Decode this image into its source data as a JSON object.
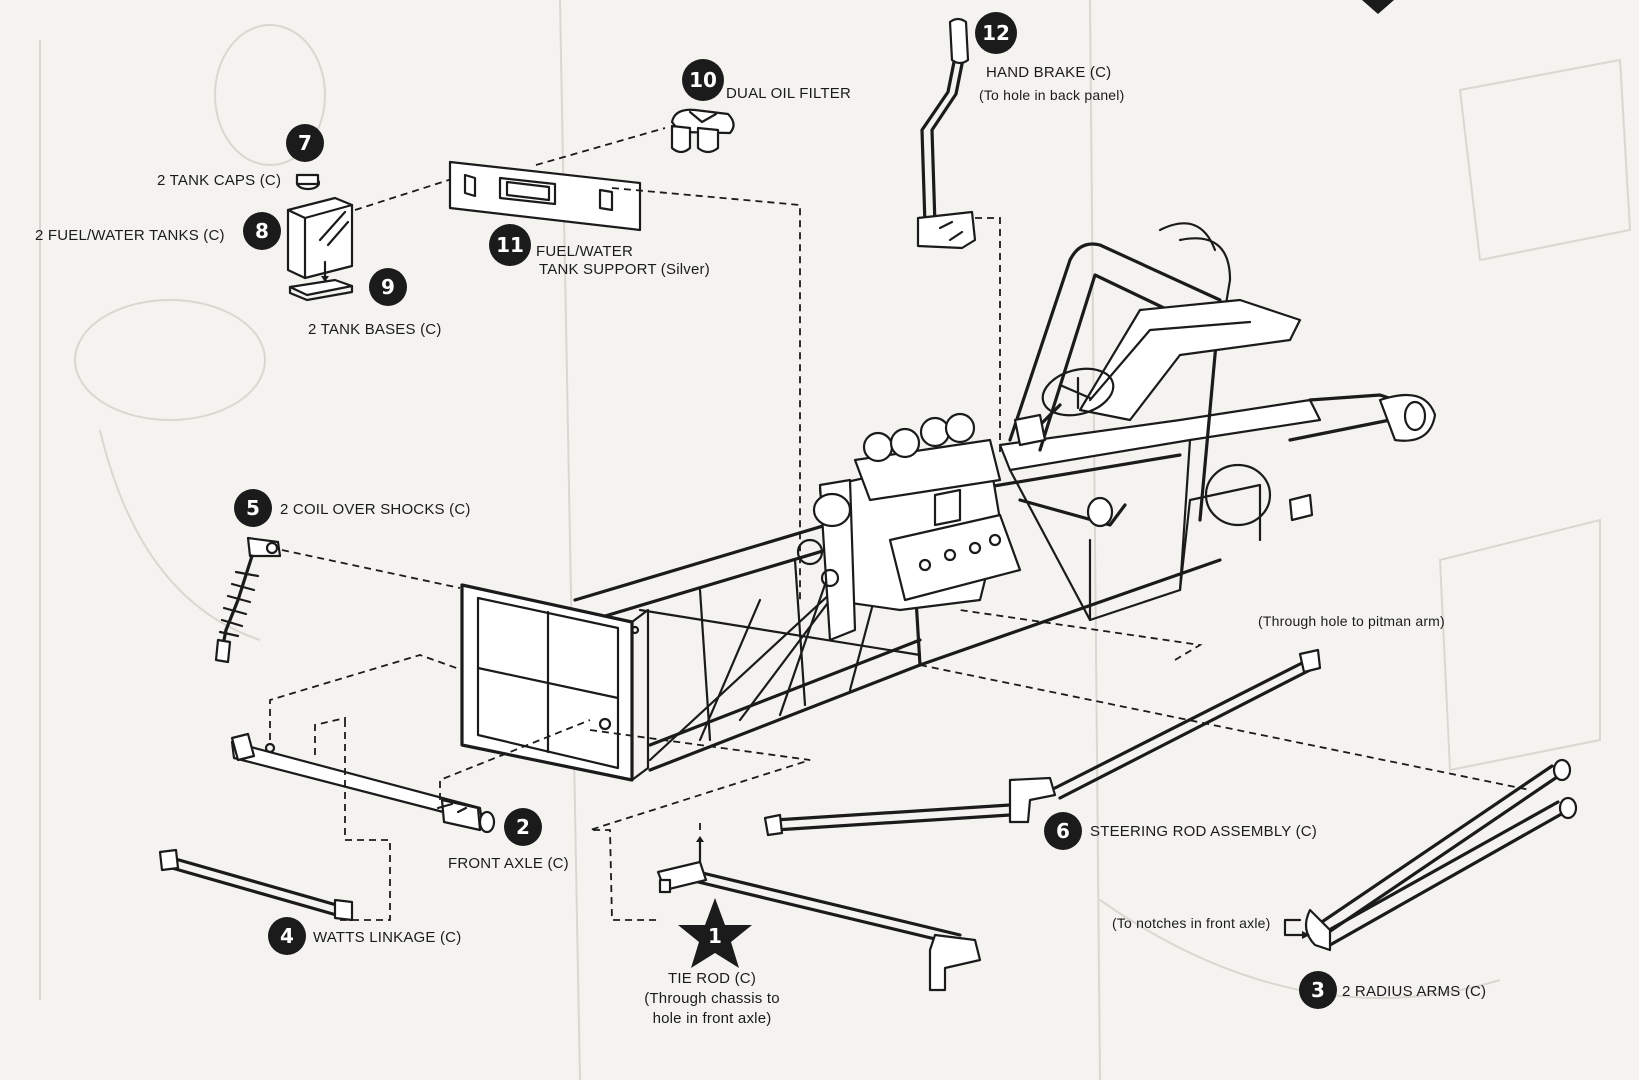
{
  "parts": [
    {
      "number": "1",
      "label": "TIE ROD (C)",
      "note": "(Through chassis to hole in front axle)",
      "note_lines": [
        "(Through chassis to",
        "hole in front axle)"
      ],
      "marker": "star"
    },
    {
      "number": "2",
      "label": "FRONT AXLE (C)",
      "marker": "circle"
    },
    {
      "number": "3",
      "label": "2 RADIUS ARMS (C)",
      "note": "(To notches in front axle)",
      "marker": "circle"
    },
    {
      "number": "4",
      "label": "WATTS LINKAGE (C)",
      "marker": "circle"
    },
    {
      "number": "5",
      "label": "2 COIL OVER SHOCKS (C)",
      "marker": "circle"
    },
    {
      "number": "6",
      "label": "STEERING ROD ASSEMBLY (C)",
      "note": "(Through hole to pitman arm)",
      "marker": "circle"
    },
    {
      "number": "7",
      "label": "2 TANK CAPS (C)",
      "marker": "circle"
    },
    {
      "number": "8",
      "label": "2 FUEL/WATER TANKS (C)",
      "marker": "circle"
    },
    {
      "number": "9",
      "label": "2 TANK BASES (C)",
      "marker": "circle"
    },
    {
      "number": "10",
      "label": "DUAL OIL FILTER",
      "marker": "circle"
    },
    {
      "number": "11",
      "label": "FUEL/WATER TANK SUPPORT (Silver)",
      "label_lines": [
        "FUEL/WATER",
        "TANK SUPPORT (Silver)"
      ],
      "marker": "circle"
    },
    {
      "number": "12",
      "label": "HAND BRAKE (C)",
      "note": "(To hole in back panel)",
      "marker": "circle"
    }
  ],
  "colors": {
    "ink": "#1b1b1b",
    "paper": "#f4f3ef",
    "badge_text": "#ffffff"
  }
}
